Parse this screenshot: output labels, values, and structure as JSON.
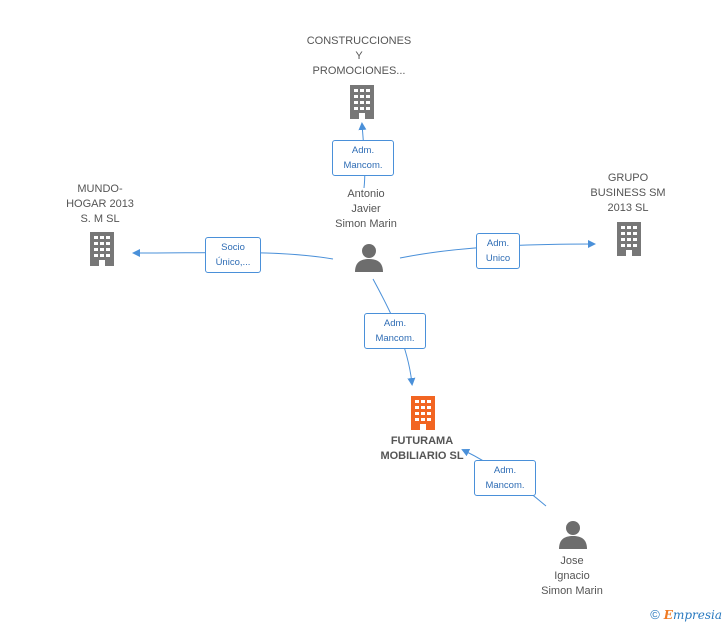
{
  "nodes": {
    "construcciones": {
      "label": "CONSTRUCCIONES\nY\nPROMOCIONES...",
      "kind": "company"
    },
    "mundo_hogar": {
      "label": "MUNDO-\nHOGAR 2013\nS. M SL",
      "kind": "company"
    },
    "grupo_business": {
      "label": "GRUPO\nBUSINESS SM\n2013 SL",
      "kind": "company"
    },
    "futurama": {
      "label": "FUTURAMA\nMOBILIARIO SL",
      "kind": "company-focus"
    },
    "antonio": {
      "label": "Antonio\nJavier\nSimon Marin",
      "kind": "person"
    },
    "jose": {
      "label": "Jose\nIgnacio\nSimon Marin",
      "kind": "person"
    }
  },
  "relations": {
    "antonio_construcciones": "Adm.\nMancom.",
    "antonio_mundo": "Socio\nÚnico,...",
    "antonio_grupo": "Adm.\nUnico",
    "antonio_futurama": "Adm.\nMancom.",
    "jose_futurama": "Adm.\nMancom."
  },
  "colors": {
    "company_icon": "#777777",
    "focus_icon": "#f26522",
    "person_icon": "#6d6d6d",
    "edge": "#4a90d9",
    "label_text": "#2f6db5"
  },
  "footer": {
    "copyright": "©",
    "brand_initial": "E",
    "brand_rest": "mpresia"
  }
}
